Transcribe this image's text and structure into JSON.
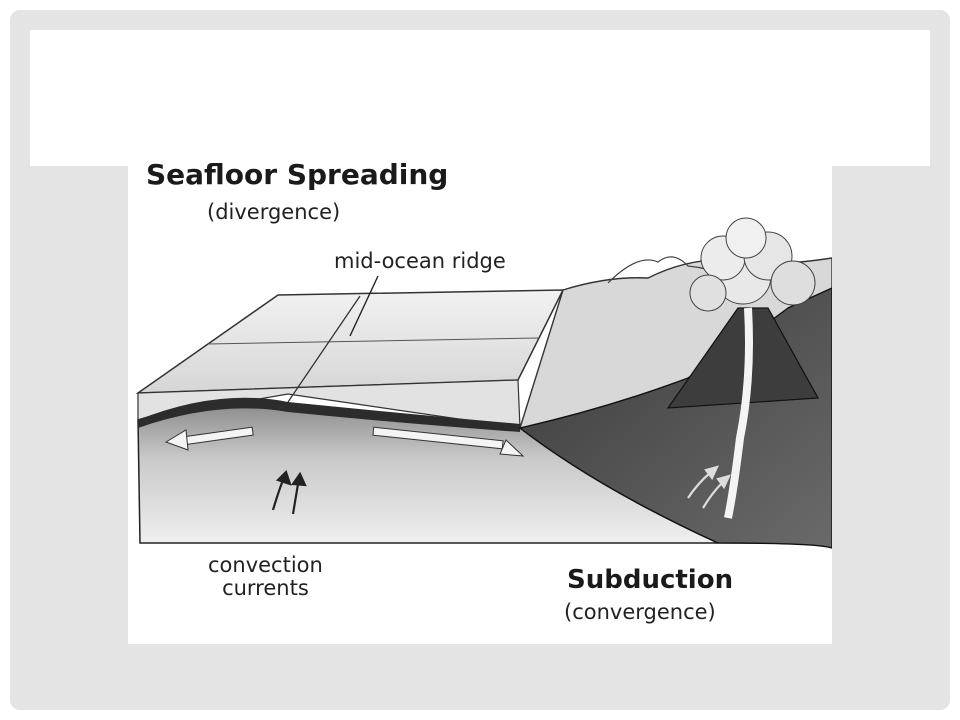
{
  "diagram": {
    "title": "Seafloor Spreading",
    "subtitle": "(divergence)",
    "ridge_label": "mid-ocean ridge",
    "convection_label_line1": "convection",
    "convection_label_line2": "currents",
    "subduction_title": "Subduction",
    "subduction_subtitle": "(convergence)"
  }
}
